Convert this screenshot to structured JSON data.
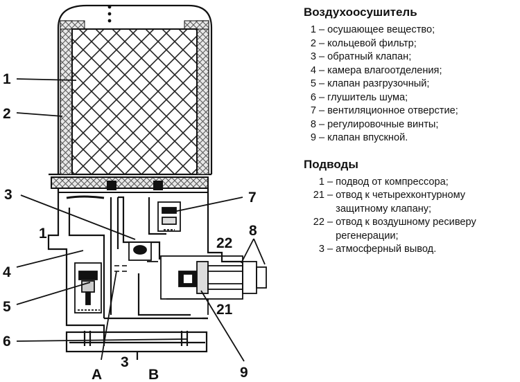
{
  "diagram": {
    "callouts": [
      "1",
      "2",
      "3",
      "1",
      "4",
      "5",
      "6",
      "7",
      "8",
      "22",
      "21",
      "9",
      "A",
      "3",
      "B"
    ]
  },
  "legend": {
    "parts_title": "Воздухоосушитель",
    "parts": [
      {
        "num": "1",
        "text": "осушающее вещество;"
      },
      {
        "num": "2",
        "text": "кольцевой фильтр;"
      },
      {
        "num": "3",
        "text": "обратный клапан;"
      },
      {
        "num": "4",
        "text": "камера влагоотделения;"
      },
      {
        "num": "5",
        "text": "клапан разгрузочный;"
      },
      {
        "num": "6",
        "text": "глушитель шума;"
      },
      {
        "num": "7",
        "text": "вентиляционное отверстие;"
      },
      {
        "num": "8",
        "text": "регулировочные винты;"
      },
      {
        "num": "9",
        "text": "клапан впускной."
      }
    ],
    "supplies_title": "Подводы",
    "supplies": [
      {
        "num": "1",
        "text": "подвод от компрессора;"
      },
      {
        "num": "21",
        "text": "отвод к четырехконтурному защитному клапану;"
      },
      {
        "num": "22",
        "text": "отвод к воздушному ресиверу регенерации;"
      },
      {
        "num": "3",
        "text": "атмосферный вывод."
      }
    ],
    "dash": "–"
  }
}
